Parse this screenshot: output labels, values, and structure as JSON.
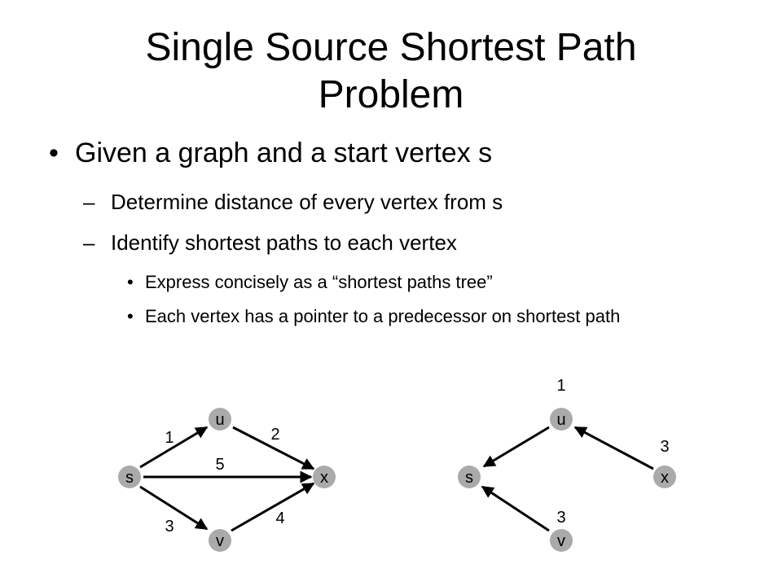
{
  "slide": {
    "title_line1": "Single Source Shortest Path",
    "title_line2": "Problem",
    "bullets": {
      "level1": "Given a graph and a start vertex s",
      "level2": [
        "Determine distance of every vertex from s",
        "Identify shortest paths to each vertex"
      ],
      "level3": [
        "Express concisely as a “shortest paths tree”",
        "Each vertex has a pointer to a predecessor on shortest path"
      ]
    },
    "markers": {
      "bullet": "•",
      "dash": "–"
    }
  },
  "graph_left": {
    "nodes": {
      "s": "s",
      "u": "u",
      "x": "x",
      "v": "v"
    },
    "weights": {
      "s_u": "1",
      "u_x": "2",
      "s_x": "5",
      "s_v": "3",
      "v_x": "4"
    }
  },
  "graph_right": {
    "nodes": {
      "s": "s",
      "u": "u",
      "x": "x",
      "v": "v"
    },
    "distances": {
      "u": "1",
      "x": "3",
      "v": "3"
    }
  }
}
